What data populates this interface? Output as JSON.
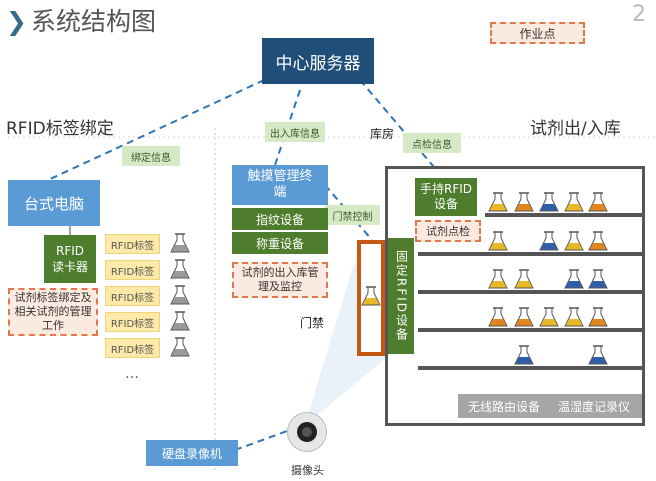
{
  "header": {
    "chevron": "❯",
    "title": "系统结构图",
    "page_number": "2"
  },
  "legend": {
    "label": "作业点"
  },
  "server": {
    "label": "中心服务器"
  },
  "sections": {
    "left": "RFID标签绑定",
    "right": "试剂出/入库",
    "storage": "库房"
  },
  "links": {
    "bind_info": "绑定信息",
    "io_info": "出入库信息",
    "check_info": "点检信息",
    "door_control": "门禁控制"
  },
  "left": {
    "pc": "台式电脑",
    "reader_line1": "RFID",
    "reader_line2": "读卡器",
    "task": "试剂标签绑定及相关试剂的管理工作",
    "tags": [
      "RFID标签",
      "RFID标签",
      "RFID标签",
      "RFID标签",
      "RFID标签"
    ],
    "ellipsis": "…"
  },
  "middle": {
    "terminal": "触摸管理终端",
    "fingerprint": "指纹设备",
    "scale": "称重设备",
    "task": "试剂的出入库管理及监控",
    "door": "门禁"
  },
  "right": {
    "handheld": "手持RFID设备",
    "check_task": "试剂点检",
    "fixed_rfid": "固定RFID设备",
    "wireless": "无线路由设备",
    "thermo": "温湿度记录仪"
  },
  "bottom": {
    "dvr": "硬盘录像机",
    "camera": "摄像头"
  },
  "colors": {
    "server": "#1f4e79",
    "box_blue": "#5b9bd5",
    "box_green": "#4e7d2d",
    "task_border": "#e07a4a",
    "door_frame": "#c65911",
    "flask_orange": "#e0861c",
    "flask_yellow": "#e8b828",
    "flask_blue": "#2f5ea8",
    "flask_gray": "#9a9a9a"
  },
  "flask_rows": [
    [
      "yellow",
      "orange",
      "blue",
      "yellow",
      "orange"
    ],
    [
      "yellow",
      "",
      "blue",
      "yellow",
      "orange"
    ],
    [
      "yellow",
      "yellow",
      "",
      "blue",
      "blue"
    ],
    [
      "orange",
      "orange",
      "yellow",
      "yellow",
      "orange"
    ],
    [
      "",
      "blue",
      "",
      "",
      "blue"
    ]
  ]
}
